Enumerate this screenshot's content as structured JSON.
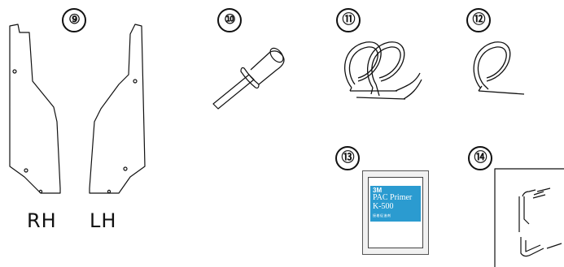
{
  "items": [
    {
      "number": "⑨",
      "name": "mud-flap"
    },
    {
      "number": "⑩",
      "name": "rivet"
    },
    {
      "number": "⑪",
      "name": "cable-pair"
    },
    {
      "number": "⑫",
      "name": "cable"
    },
    {
      "number": "⑬",
      "name": "primer"
    },
    {
      "number": "⑭",
      "name": "bracket-sheet"
    }
  ],
  "labels": {
    "rh": "RH",
    "lh": "LH"
  },
  "primer": {
    "brand": "3M",
    "name": "PAC Primer",
    "code": "K-500",
    "fine": "接着促進剤"
  },
  "colors": {
    "line": "#111111",
    "label_blue": "#2b9bd0"
  }
}
